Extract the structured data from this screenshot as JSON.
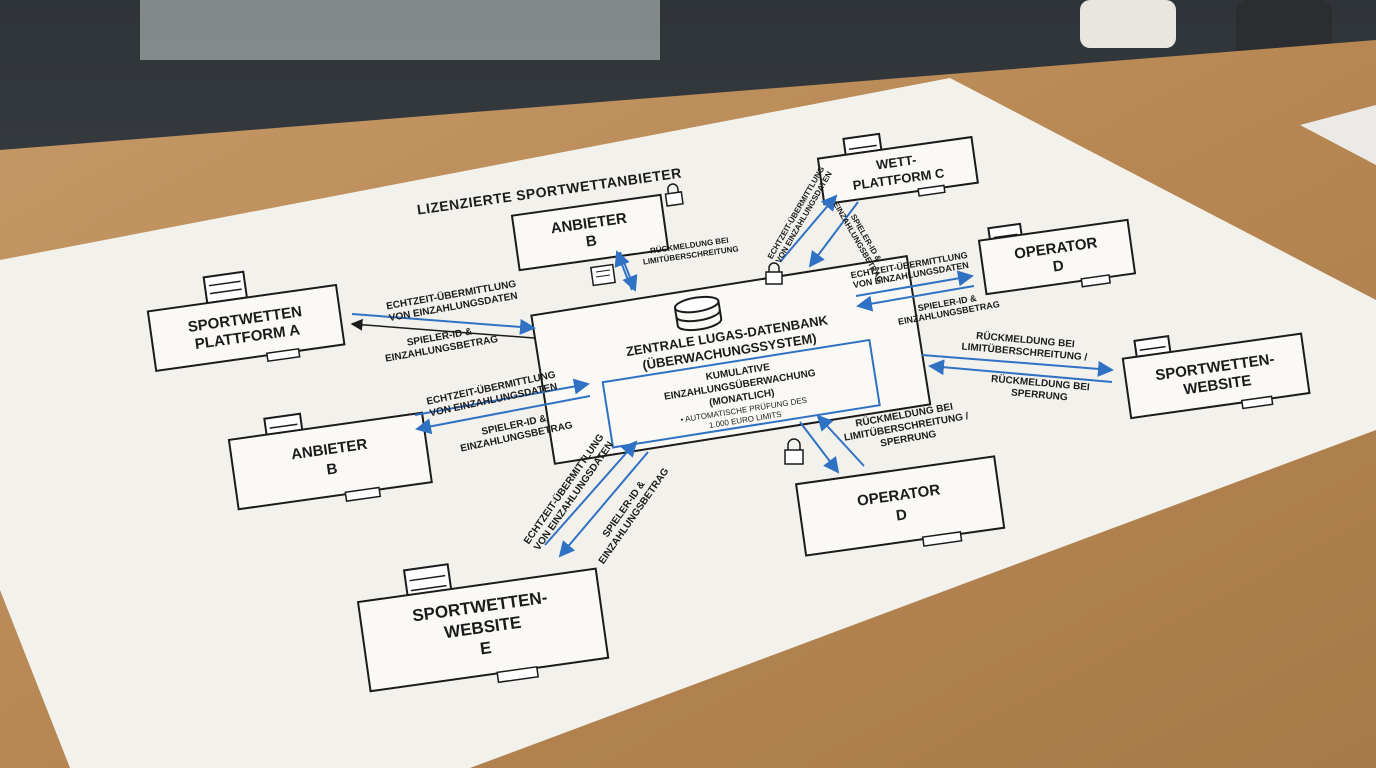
{
  "title": "LIZENZIERTE SPORTWETTANBIETER",
  "hub": {
    "title_lines": [
      "ZENTRALE LUGAS-DATENBANK",
      "(ÜBERWACHUNGSSYSTEM)"
    ],
    "inner_lines": [
      "KUMULATIVE",
      "EINZAHLUNGSÜBERWACHUNG",
      "(MONATLICH)",
      "• AUTOMATISCHE PRÜFUNG DES",
      "1.000 EURO LIMITS"
    ]
  },
  "nodes": {
    "platform_a": [
      "SPORTWETTEN",
      "PLATTFORM A"
    ],
    "anbieter_b_top": [
      "ANBIETER",
      "B"
    ],
    "anbieter_b_left": [
      "ANBIETER",
      "B"
    ],
    "platform_c": [
      "WETT-",
      "PLATTFORM C"
    ],
    "operator_d_right": [
      "OPERATOR",
      "D"
    ],
    "website_right": [
      "SPORTWETTEN-",
      "WEBSITE"
    ],
    "operator_d_bottom": [
      "OPERATOR",
      "D"
    ],
    "website_e": [
      "SPORTWETTEN-",
      "WEBSITE",
      "E"
    ]
  },
  "flows": {
    "a_to_hub": [
      "ECHTZEIT-ÜBERMITTLUNG",
      "VON EINZAHLUNGSDATEN"
    ],
    "a_from_hub": [
      "SPIELER-ID &",
      "EINZAHLUNGSBETRAG"
    ],
    "b_to_hub": [
      "ECHTZEIT-ÜBERMITTLUNG",
      "VON EINZAHLUNGSDATEN"
    ],
    "b_from_hub": [
      "SPIELER-ID &",
      "EINZAHLUNGSBETRAG"
    ],
    "e_to_hub": [
      "ECHTZEIT-ÜBERMITTLUNG",
      "VON EINZAHLUNGSDATEN"
    ],
    "e_from_hub": [
      "SPIELER-ID &",
      "EINZAHLUNGSBETRAG"
    ],
    "btop_feedback": [
      "RÜCKMELDUNG BEI",
      "LIMITÜBERSCHREITUNG"
    ],
    "c_to_hub": [
      "ECHTZEIT-ÜBERMITTLUNG",
      "VON EINZAHLUNGSDATEN"
    ],
    "c_from_hub": [
      "SPIELER-ID &",
      "EINZAHLUNGSBETRAG"
    ],
    "d_right_to_hub": [
      "ECHTZEIT-ÜBERMITTLUNG",
      "VON EINZAHLUNGSDATEN"
    ],
    "d_right_from_hub": [
      "SPIELER-ID &",
      "EINZAHLUNGSBETRAG"
    ],
    "website_feedback_1": [
      "RÜCKMELDUNG BEI",
      "LIMITÜBERSCHREITUNG /"
    ],
    "website_feedback_2": [
      "RÜCKMELDUNG BEI",
      "SPERRUNG"
    ],
    "d_bottom_feedback": [
      "RÜCKMELDUNG BEI",
      "LIMITÜBERSCHREITUNG /",
      "SPERRUNG"
    ]
  },
  "colors": {
    "paper": "#f3f1ec",
    "wood": "#b88a58",
    "ink": "#1b1b1b",
    "accent_blue": "#2f72c4"
  }
}
